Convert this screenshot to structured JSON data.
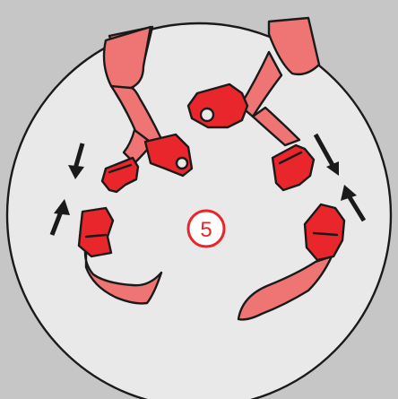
{
  "step": {
    "number": "5",
    "badge_color": "#e8262b"
  },
  "colors": {
    "background": "#c6c6c6",
    "circle_fill": "#e9e9e9",
    "strap": "#ef7474",
    "buckle": "#e8262b",
    "outline": "#1a1a1a"
  },
  "icons": {
    "step_badge": "circled-number",
    "direction_arrows": [
      "arrow-down-right",
      "arrow-up-right",
      "arrow-down-right",
      "arrow-up-left"
    ]
  }
}
